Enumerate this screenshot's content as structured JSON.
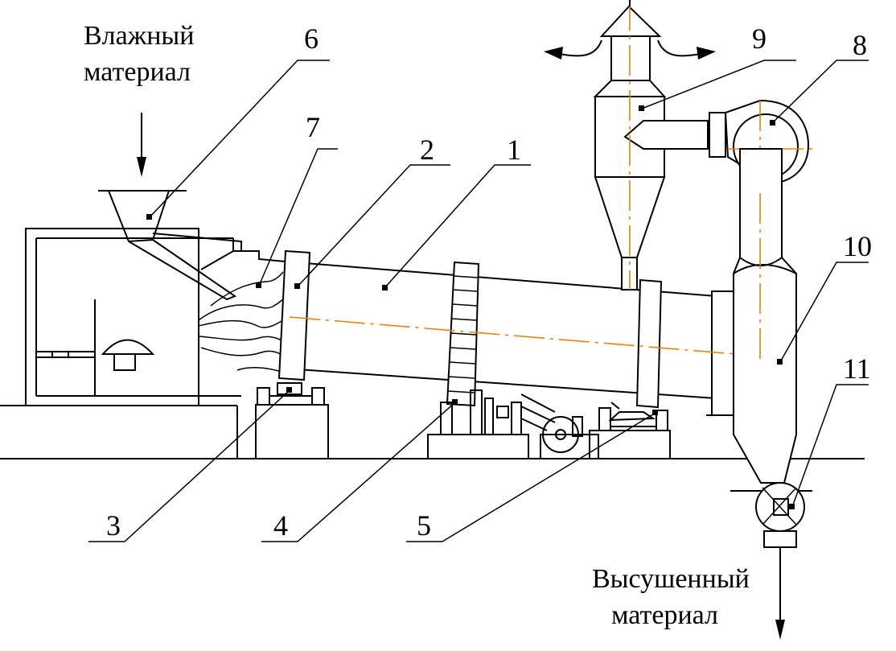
{
  "captions": {
    "input_line1": "Влажный",
    "input_line2": "материал",
    "output_line1": "Высушенный",
    "output_line2": "материал"
  },
  "labels": [
    "1",
    "2",
    "3",
    "4",
    "5",
    "6",
    "7",
    "8",
    "9",
    "10",
    "11"
  ],
  "colors": {
    "lines": "#000000",
    "axis": "#e8820f",
    "background": "#ffffff"
  }
}
